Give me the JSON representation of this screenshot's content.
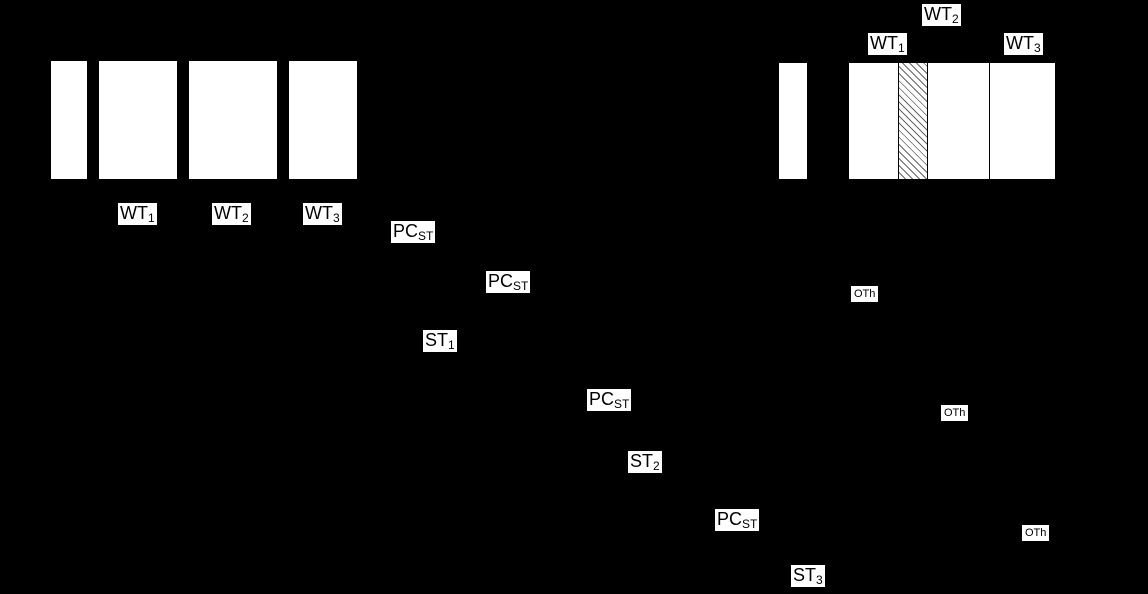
{
  "colors": {
    "background": "#000000",
    "box_fill": "#ffffff",
    "box_border": "#000000",
    "label_bg": "#ffffff",
    "label_text": "#000000"
  },
  "left_group": {
    "worker_labels": [
      {
        "main": "WT",
        "sub": "1"
      },
      {
        "main": "WT",
        "sub": "2"
      },
      {
        "main": "WT",
        "sub": "3"
      }
    ]
  },
  "right_group": {
    "worker_labels": [
      {
        "main": "WT",
        "sub": "2"
      },
      {
        "main": "WT",
        "sub": "1"
      },
      {
        "main": "WT",
        "sub": "3"
      }
    ]
  },
  "sequence_labels": [
    {
      "main": "PC",
      "sub": "ST"
    },
    {
      "main": "PC",
      "sub": "ST"
    },
    {
      "main": "ST",
      "sub": "1"
    },
    {
      "main": "PC",
      "sub": "ST"
    },
    {
      "main": "ST",
      "sub": "2"
    },
    {
      "main": "PC",
      "sub": "ST"
    },
    {
      "main": "ST",
      "sub": "3"
    }
  ],
  "other_thread_labels": [
    {
      "text": "OTh"
    },
    {
      "text": "OTh"
    },
    {
      "text": "OTh"
    }
  ]
}
